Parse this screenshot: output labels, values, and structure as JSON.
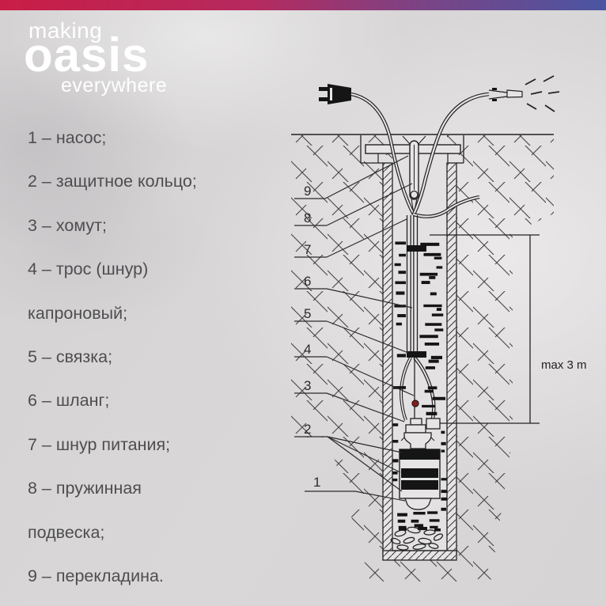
{
  "topbar": {
    "left_color": "#c91d46",
    "right_color": "#4b55a2"
  },
  "brand": {
    "making": "making",
    "oasis": "oasis",
    "everywhere": "everywhere"
  },
  "legend": {
    "lines": [
      "1 – насос;",
      "2 – защитное кольцо;",
      "3 – хомут;",
      "4 – трос (шнур)",
      "капроновый;",
      "5 – связка;",
      "6 – шланг;",
      "7 – шнур питания;",
      "8 – пружинная",
      "подвеска;",
      "9 – перекладина."
    ]
  },
  "diagram": {
    "callouts": [
      "9",
      "8",
      "7",
      "6",
      "5",
      "4",
      "3",
      "2",
      "1"
    ],
    "dimension_label": "max 3 m",
    "colors": {
      "line": "#232323",
      "accent_dot": "#8c1b1b"
    }
  }
}
